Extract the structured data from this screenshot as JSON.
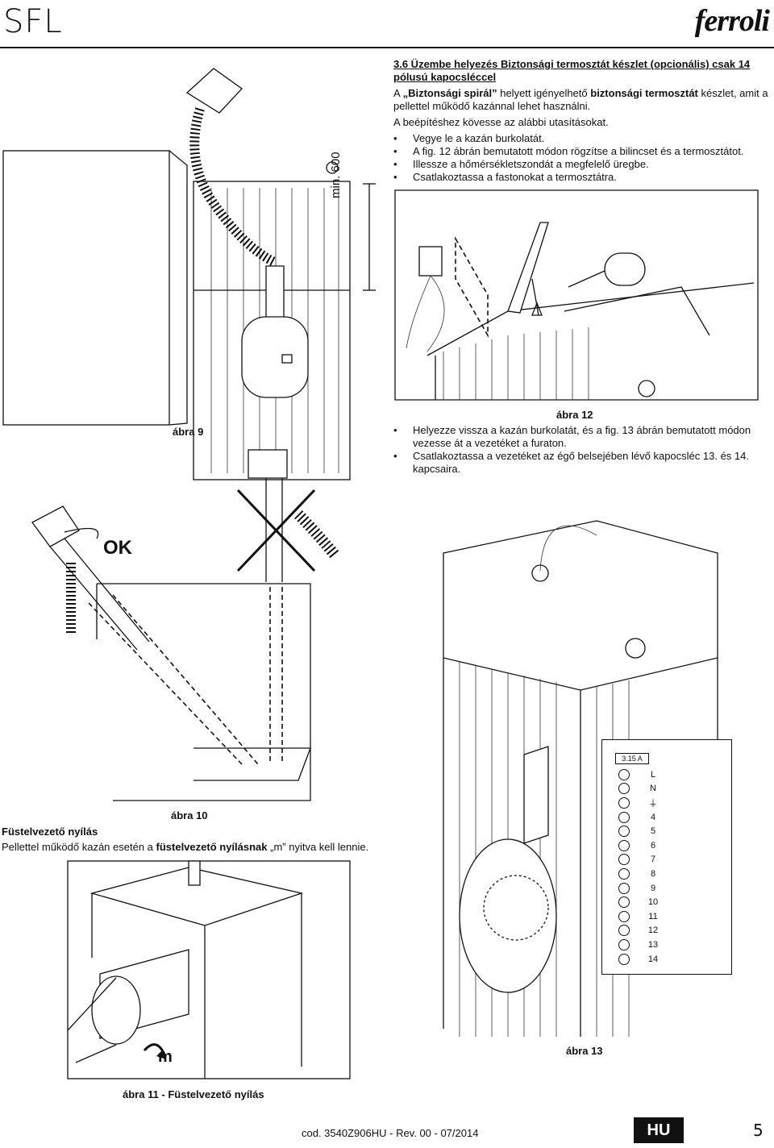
{
  "header": {
    "doc_title": "SFL",
    "brand": "ferroli"
  },
  "section": {
    "title": "3.6 Üzembe helyezés Biztonsági termosztát készlet (opcionális) csak 14 pólusú kapocsléccel",
    "intro_pre": "A ",
    "intro_b1": "„Biztonsági spirál”",
    "intro_mid": " helyett igényelhető ",
    "intro_b2": "biztonsági termosztát",
    "intro_post": " készlet, amit a pellettel működő kazánnal lehet használni.",
    "steps_intro": "A beépítéshez kövesse az alábbi utasításokat.",
    "steps": [
      "Vegye le a kazán burkolatát.",
      "A fig. 12 ábrán bemutatott módon rögzítse a bilincset és a termosztátot.",
      "Illessze a hőmérsékletszondát a megfelelő üregbe.",
      "Csatlakoztassa a fastonokat a termosztátra."
    ],
    "steps2": [
      "Helyezze vissza a kazán burkolatát, és a fig. 13 ábrán bemutatott módon vezesse át a vezetéket a furaton.",
      "Csatlakoztassa a vezetéket az égő belsejében lévő kapocsléc 13. és 14. kapcsaira."
    ]
  },
  "figures": {
    "fig9": {
      "caption": "ábra 9",
      "min_label": "min. 600"
    },
    "fig10": {
      "caption": "ábra 10",
      "ok_label": "OK"
    },
    "fig11": {
      "caption": "ábra 11 - Füstelvezető nyílás",
      "m_label": "m"
    },
    "fig12": {
      "caption": "ábra 12"
    },
    "fig13": {
      "caption": "ábra 13",
      "fuse_label": "3.15 A",
      "terminals": [
        "L",
        "N",
        "⏚",
        "4",
        "5",
        "6",
        "7",
        "8",
        "9",
        "10",
        "11",
        "12",
        "13",
        "14"
      ]
    }
  },
  "flue": {
    "title": "Füstelvezető nyílás",
    "text_pre": "Pellettel működő kazán esetén a ",
    "text_bold": "füstelvezető nyílásnak",
    "text_post": " „m” nyitva kell lennie."
  },
  "footer": {
    "code": "cod. 3540Z906HU  -  Rev. 00 - 07/2014",
    "lang": "HU",
    "page": "5"
  }
}
